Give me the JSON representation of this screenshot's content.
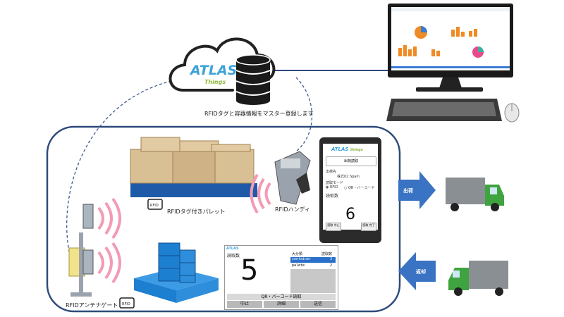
{
  "cloud": {
    "logo_text": "ATLAS",
    "logo_sub": "Things",
    "caption": "RFIDタグと容器情報をマスター登録します"
  },
  "labels": {
    "pallet": "RFIDタグ付きパレット",
    "handy": "RFIDハンディ",
    "gate": "RFIDアンテナゲート",
    "rfid_tag": "RFID"
  },
  "handy_screen": {
    "logo": "ATLAS",
    "logo_sub": "things",
    "title": "出荷読取",
    "destination_label": "出荷先",
    "destination_value": "株式02 Spain",
    "mode_label": "読取モード",
    "mode_rfid": "RFID",
    "mode_qr": "QR・バーコード",
    "count_label": "読取数",
    "count_value": "6",
    "btn_left": "読取 中止",
    "btn_right": "読取 完了"
  },
  "panel": {
    "logo": "ATLAS",
    "count_label": "読取数",
    "count_value": "5",
    "col_category": "大分類",
    "col_count": "読取数",
    "rows": [
      {
        "name": "container",
        "count": "3"
      },
      {
        "name": "palete",
        "count": "2"
      }
    ],
    "scan_label": "QR・バーコード読取",
    "btn_stop": "中止",
    "btn_detail": "詳細",
    "btn_send": "送信"
  },
  "arrows": {
    "ship": "出荷",
    "return": "返却"
  },
  "colors": {
    "frame": "#2e4a7a",
    "arrow_blue": "#3b73c4",
    "dashed": "#3b5a8e",
    "pink_waves": "#f29bb5",
    "cloud_text": "#3ba3d9",
    "things_green": "#8cb83a",
    "pallet_blue": "#1d7fd0",
    "truck_green": "#3fa33f"
  }
}
